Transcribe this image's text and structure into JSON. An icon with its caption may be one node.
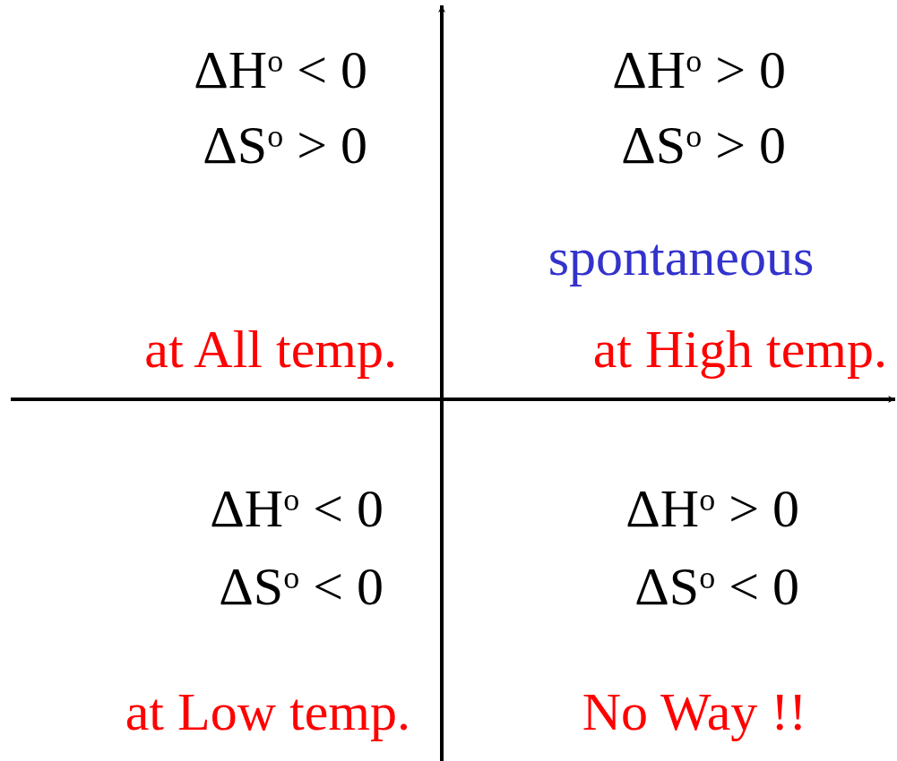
{
  "diagram": {
    "labels": [
      "ΔH$^{o}$ < 0",
      "ΔH$^{o}$ > 0",
      "ΔS$^{o}$ > 0",
      "ΔS$^{o}$ > 0",
      "spontaneous",
      "at All temp.",
      "at High temp.",
      "ΔH$^{o}$ < 0",
      "ΔH$^{o}$ > 0",
      "ΔS$^{o}$ < 0",
      "ΔS$^{o}$ < 0",
      "at Low temp.",
      "No Way !!"
    ]
  }
}
